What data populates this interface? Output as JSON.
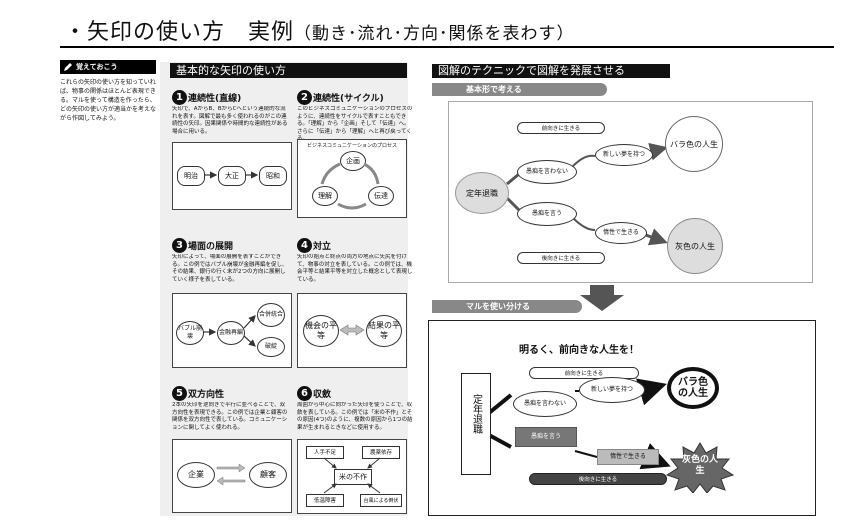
{
  "page_title": {
    "main": "・矢印の使い方　実例",
    "sub": "（動き･流れ･方向･関係を表わす）"
  },
  "sidebar": {
    "heading": "覚えておこう",
    "text": "これらの矢印の使い方を知っていれば、物事の関係はほとんど表現できる。マルを使って構造を作ったら、どの矢印の使い方が適当かを考えながら作図してみよう。"
  },
  "middle": {
    "header": "基本的な矢印の使い方",
    "sections": [
      {
        "num": "1",
        "title": "連続性(直線)",
        "desc": "矢印で、AからB、BからCへという連続的な流れを表す。図解で最も多く使われるのがこの連続性の矢印。因果関係や時間的な連続性がある場合に用いる。",
        "items": [
          "明治",
          "大正",
          "昭和"
        ]
      },
      {
        "num": "2",
        "title": "連続性(サイクル)",
        "desc": "このビジネスコミュニケーションのプロセスのように、連続性をサイクルで表すこともできる。「理解」から「企画」そして「伝達」へ。さらに「伝達」から「理解」へと再び戻ってくる。",
        "caption": "ビジネスコミュニケーションのプロセス",
        "items": [
          "企画",
          "伝達",
          "理解"
        ]
      },
      {
        "num": "3",
        "title": "場面の展開",
        "desc": "矢印によって、場面の展開を表すことができる。この例ではバブル崩壊が金融再編を促し、その結果、銀行の行く末が2つの方向に展開していく様子を表している。",
        "items": [
          "バブル崩壊",
          "金融再編",
          "合併統合",
          "破綻"
        ]
      },
      {
        "num": "4",
        "title": "対立",
        "desc": "矢印の始点と終点の両方の地点に矢尻を付けて、物事の対立を表している。この例では、機会平等と結果平等を対立した概念として表現している。",
        "items": [
          "機会の平等",
          "結果の平等"
        ]
      },
      {
        "num": "5",
        "title": "双方向性",
        "desc": "2本の矢印を逆向きで平行に並べることで、双方向性を表現できる。この例では企業と顧客の関係を双方向性で表している。コミュニケーションに関してよく使われる。",
        "items": [
          "企業",
          "顧客"
        ]
      },
      {
        "num": "6",
        "title": "収斂",
        "desc": "周囲から中心に向かった矢印を使うことで、収斂を表している。この例では「米の不作」とその原因(4つ)のように、複数の原因から1つの結果が生まれるときなどに使用する。",
        "items": [
          "人手不足",
          "農薬依存",
          "米の不作",
          "低温障害",
          "台風による倒伏"
        ]
      }
    ]
  },
  "right": {
    "header": "図解のテクニックで図解を発展させる",
    "banner1": "基本形で考える",
    "banner2": "マルを使い分ける",
    "basic": {
      "center": "定年退職",
      "top_pill": "前向きに生きる",
      "bottom_pill": "後向きに生きる",
      "branch_up": "愚痴を言わない",
      "branch_up2": "新しい夢を持つ",
      "branch_down": "愚痴を言う",
      "branch_down2": "惰性で生きる",
      "result_good": "バラ色の人生",
      "result_bad": "灰色の人生"
    },
    "advanced": {
      "headline": "明るく、前向きな人生を！",
      "center": "定年退職",
      "top_pill": "前向きに生きる",
      "bottom_pill": "後向きに生きる",
      "branch_up": "愚痴を言わない",
      "branch_up2": "新しい夢を持つ",
      "branch_down": "愚痴を言う",
      "branch_down2": "惰性で生きる",
      "result_good": "バラ色の人生",
      "result_bad": "灰色の人生"
    }
  }
}
